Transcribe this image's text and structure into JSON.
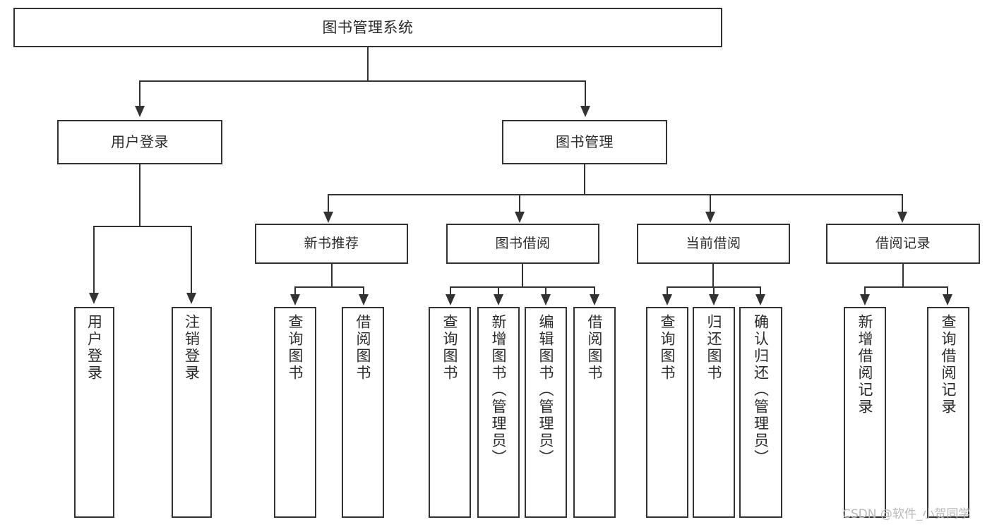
{
  "diagram": {
    "type": "tree-hierarchy-chart",
    "title": "图书管理系统",
    "root": {
      "label": "图书管理系统"
    },
    "level2": [
      {
        "label": "用户登录"
      },
      {
        "label": "图书管理"
      }
    ],
    "level3": [
      {
        "label": "新书推荐"
      },
      {
        "label": "图书借阅"
      },
      {
        "label": "当前借阅"
      },
      {
        "label": "借阅记录"
      }
    ],
    "leaves": {
      "user_login": [
        {
          "label": "用户登录"
        },
        {
          "label": "注销登录"
        }
      ],
      "new_book_recommend": [
        {
          "label": "查询图书"
        },
        {
          "label": "借阅图书"
        }
      ],
      "book_borrow": [
        {
          "label": "查询图书"
        },
        {
          "label": "新增图书（管理员）"
        },
        {
          "label": "编辑图书（管理员）"
        },
        {
          "label": "借阅图书"
        }
      ],
      "current_borrow": [
        {
          "label": "查询图书"
        },
        {
          "label": "归还图书"
        },
        {
          "label": "确认归还（管理员）"
        }
      ],
      "borrow_record": [
        {
          "label": "新增借阅记录"
        },
        {
          "label": "查询借阅记录"
        }
      ]
    }
  },
  "watermark": {
    "text": "CSDN @软件_小贺同学"
  },
  "colors": {
    "stroke": "#333333",
    "background": "#ffffff",
    "text": "#2b2b2b",
    "watermark": "#b9b9b9"
  }
}
